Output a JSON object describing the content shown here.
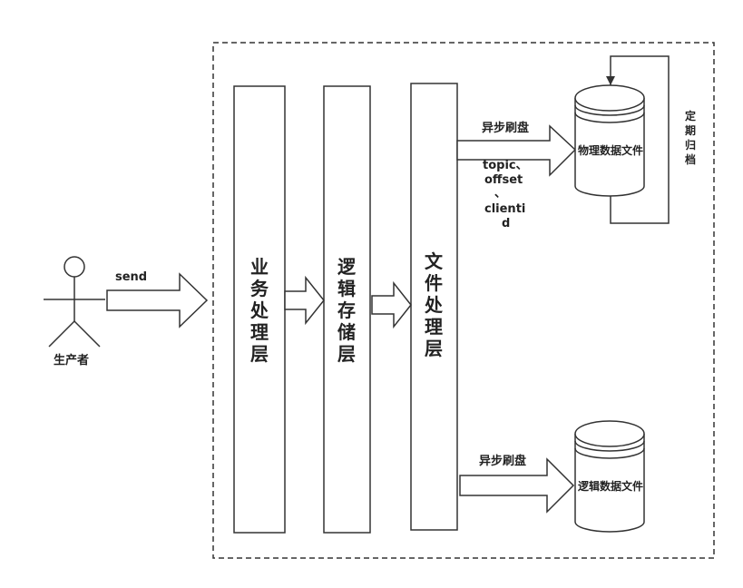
{
  "actor": {
    "label": "生产者"
  },
  "arrows": {
    "send": "send",
    "async_flush_top": "异步刷盘",
    "async_flush_bottom": "异步刷盘",
    "topic_line1": "topic、",
    "topic_line2": "offset",
    "topic_line3": "、",
    "topic_line4": "clienti",
    "topic_line5": "d"
  },
  "layers": {
    "business": "业务处理层",
    "logic_storage": "逻辑存储层",
    "file_processing": "文件处理层"
  },
  "storage": {
    "physical": "物理数据文件",
    "logical": "逻辑数据文件"
  },
  "archive": {
    "label": "定期归档"
  }
}
